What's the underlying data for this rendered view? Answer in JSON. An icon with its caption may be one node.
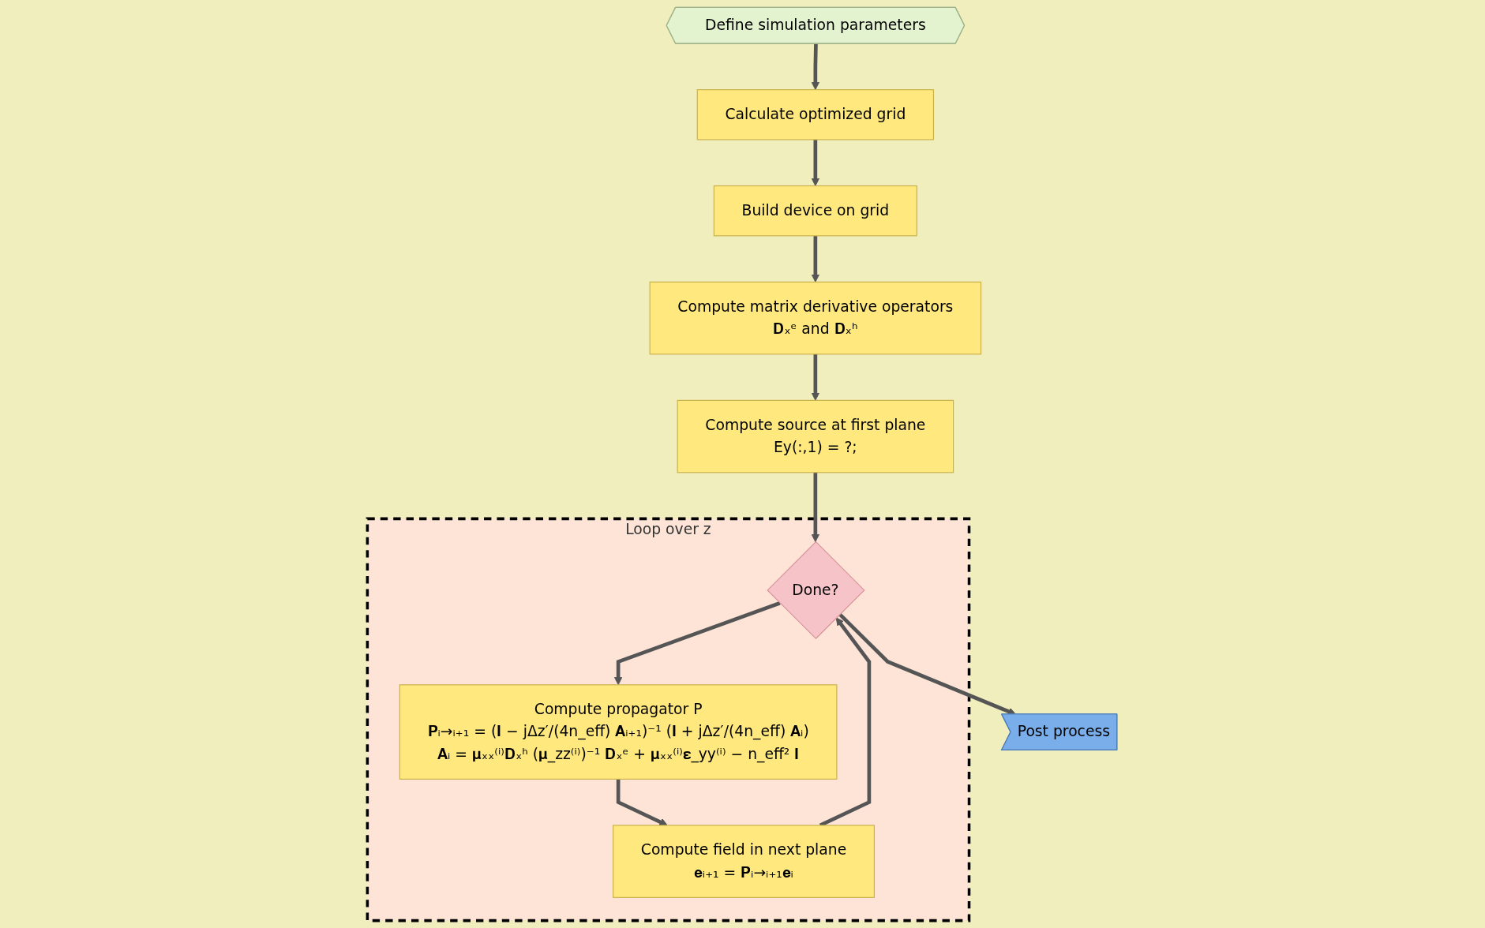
{
  "diagram": {
    "nodes": [
      {
        "text": [
          "Define simulation parameters"
        ]
      },
      {
        "text": [
          "Calculate optimized grid"
        ]
      },
      {
        "text": [
          "Build device on grid"
        ]
      },
      {
        "text": [
          "Compute matrix derivative operators",
          "𝐃ₓᵉ and 𝐃ₓʰ"
        ]
      },
      {
        "text": [
          "Compute source at first plane",
          "Ey(:,1) = ?;"
        ]
      },
      {
        "text": [
          "Loop over z"
        ]
      },
      {
        "text": [
          "Done?"
        ],
        "in": 5
      },
      {
        "text": [
          "Compute propagator P",
          "𝐏ᵢ→ᵢ₊₁ = (𝐈 − jΔz′/(4n_eff) 𝐀ᵢ₊₁)⁻¹ (𝐈 + jΔz′/(4n_eff) 𝐀ᵢ)",
          "𝐀ᵢ = 𝛍ₓₓ⁽ⁱ⁾𝐃ₓʰ (𝛍_zz⁽ⁱ⁾)⁻¹ 𝐃ₓᵉ + 𝛍ₓₓ⁽ⁱ⁾𝛆_yy⁽ⁱ⁾ − n_eff² 𝐈"
        ],
        "in": 5
      },
      {
        "text": [
          "Compute field in next plane",
          "𝐞ᵢ₊₁ = 𝐏ᵢ→ᵢ₊₁𝐞ᵢ"
        ],
        "in": 5
      },
      {
        "text": [
          "Post process"
        ]
      }
    ],
    "edges": [
      {
        "from": 0,
        "to": 1,
        "arrow": "to"
      },
      {
        "from": 1,
        "to": 2,
        "arrow": "to"
      },
      {
        "from": 2,
        "to": 3,
        "arrow": "to"
      },
      {
        "from": 3,
        "to": 4,
        "arrow": "to"
      },
      {
        "from": 4,
        "to": 6,
        "arrow": "to"
      },
      {
        "from": 6,
        "to": 7,
        "arrow": "to"
      },
      {
        "from": 7,
        "to": 8,
        "arrow": "to"
      },
      {
        "from": 8,
        "to": 6,
        "arrow": "to"
      },
      {
        "from": 6,
        "to": 9,
        "arrow": "to"
      }
    ]
  }
}
